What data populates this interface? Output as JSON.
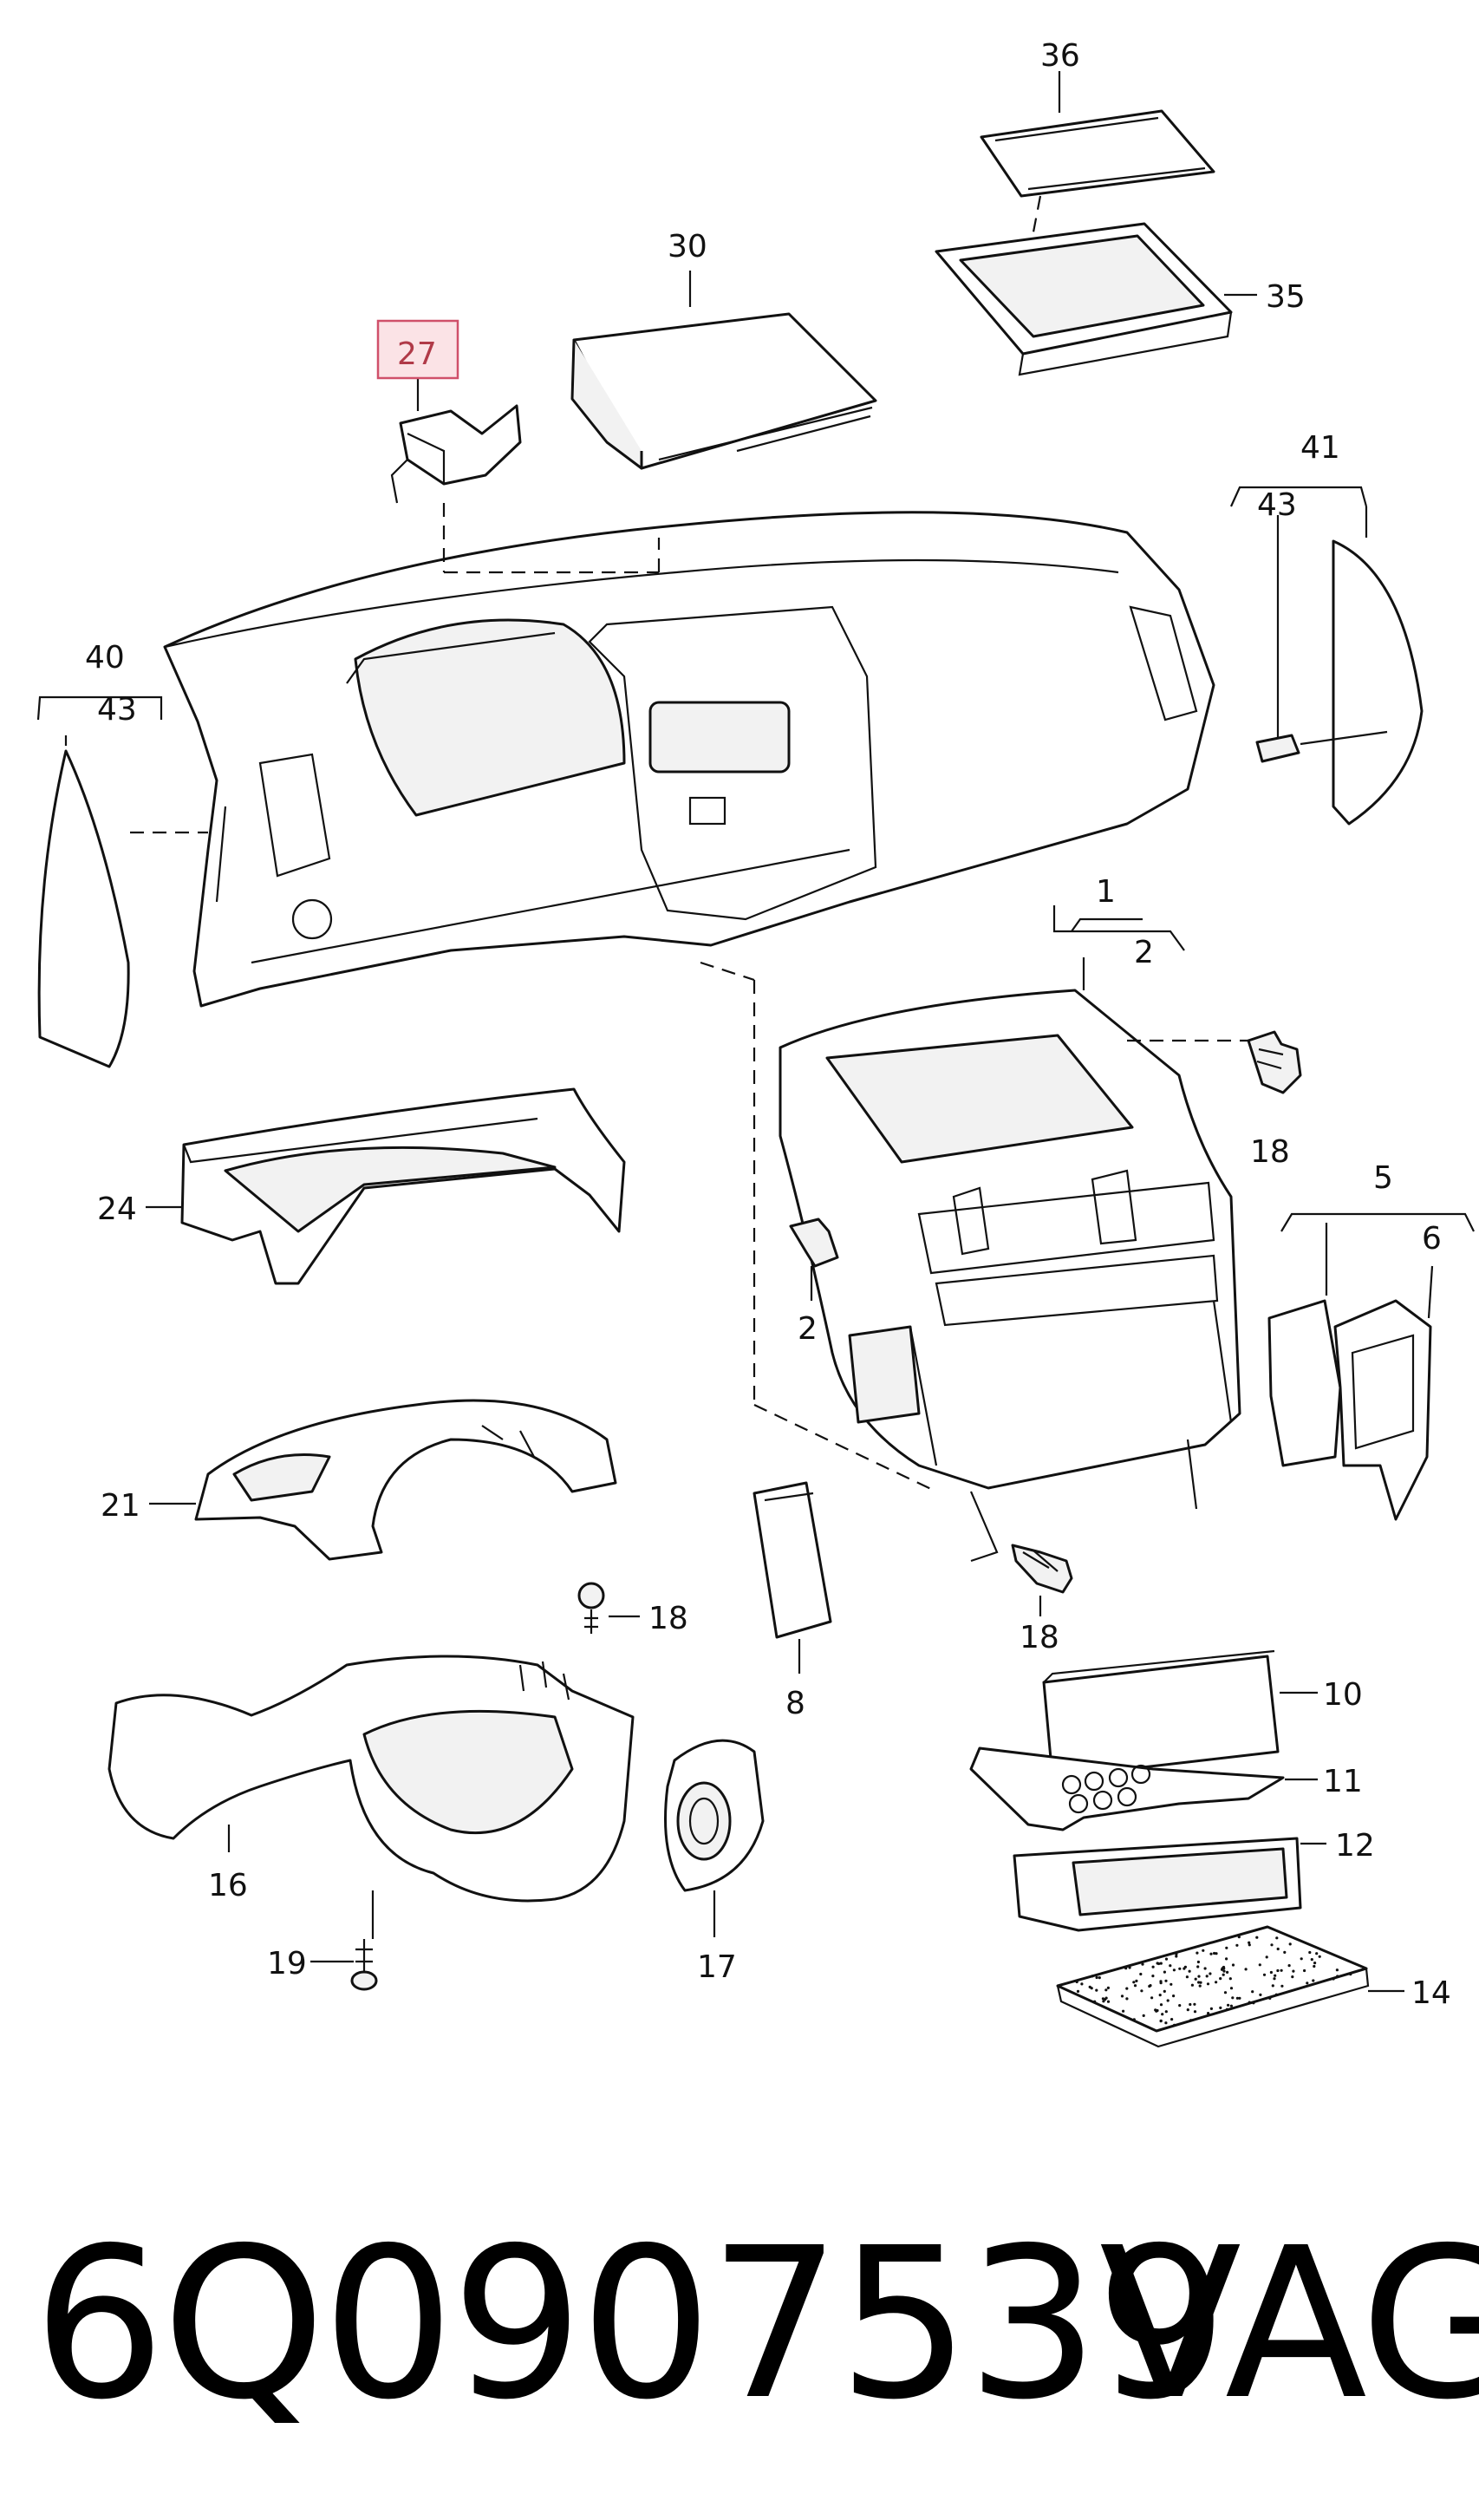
{
  "highlight_color": "#d0506a",
  "callouts": {
    "c36": "36",
    "c30": "30",
    "c35": "35",
    "c27": "27",
    "c41": "41",
    "c43r": "43",
    "c40": "40",
    "c43l": "43",
    "c1": "1",
    "c2top": "2",
    "c18top": "18",
    "c5": "5",
    "c6": "6",
    "c24": "24",
    "c2mid": "2",
    "c21": "21",
    "c18mid": "18",
    "c18small": "18",
    "c8": "8",
    "c10": "10",
    "c11": "11",
    "c12": "12",
    "c14": "14",
    "c16": "16",
    "c17": "17",
    "c19": "19"
  },
  "footer": {
    "part_number": "6Q0907539",
    "brand": "VAG"
  }
}
